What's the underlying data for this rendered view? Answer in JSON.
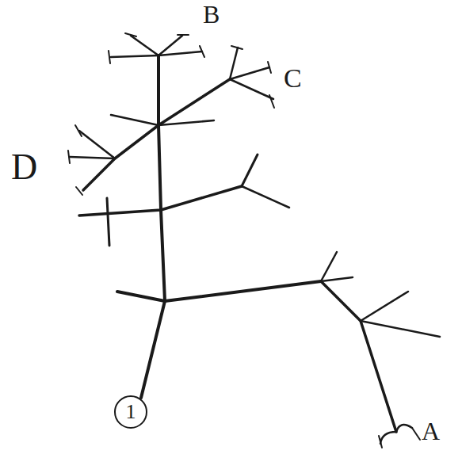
{
  "diagram": {
    "nodes": [
      {
        "text": [
          "1"
        ]
      }
    ],
    "labels": [
      "B",
      "C",
      "D",
      "A"
    ]
  }
}
